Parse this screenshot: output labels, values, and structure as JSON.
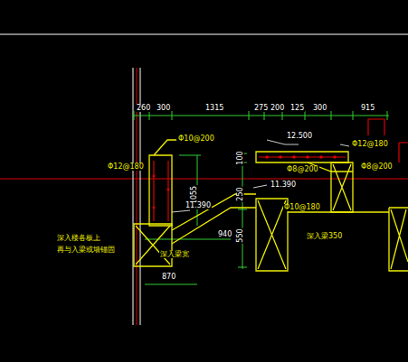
{
  "diagram": {
    "labels": [
      "260",
      "300",
      "1315",
      "275",
      "200",
      "125",
      "300",
      "915",
      "Φ10@200",
      "Φ12@180",
      "12.500",
      "Φ12@180",
      "Φ8@200",
      "Φ8@200",
      "1055",
      "11.390",
      "11.390",
      "100",
      "250",
      "550",
      "Φ10@180",
      "深入楼各板上",
      "再与入梁或墙锚固",
      "深入梁宽",
      "940",
      "深入梁350",
      "870"
    ]
  }
}
